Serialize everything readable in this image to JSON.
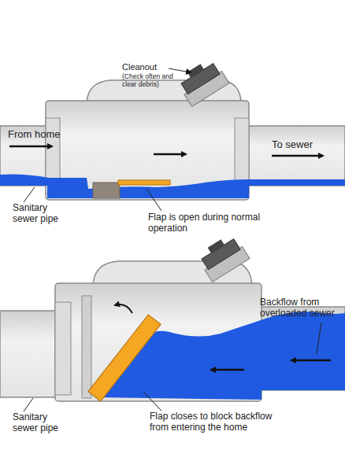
{
  "diagram": {
    "labels": [
      "Cleanout",
      "(Check often and clear debris)",
      "From home",
      "To sewer",
      "Sanitary sewer pipe",
      "Flap is open during normal operation",
      "Backflow from overloaded sewer",
      "Sanitary sewer pipe",
      "Flap closes to block backflow from entering the home"
    ]
  }
}
